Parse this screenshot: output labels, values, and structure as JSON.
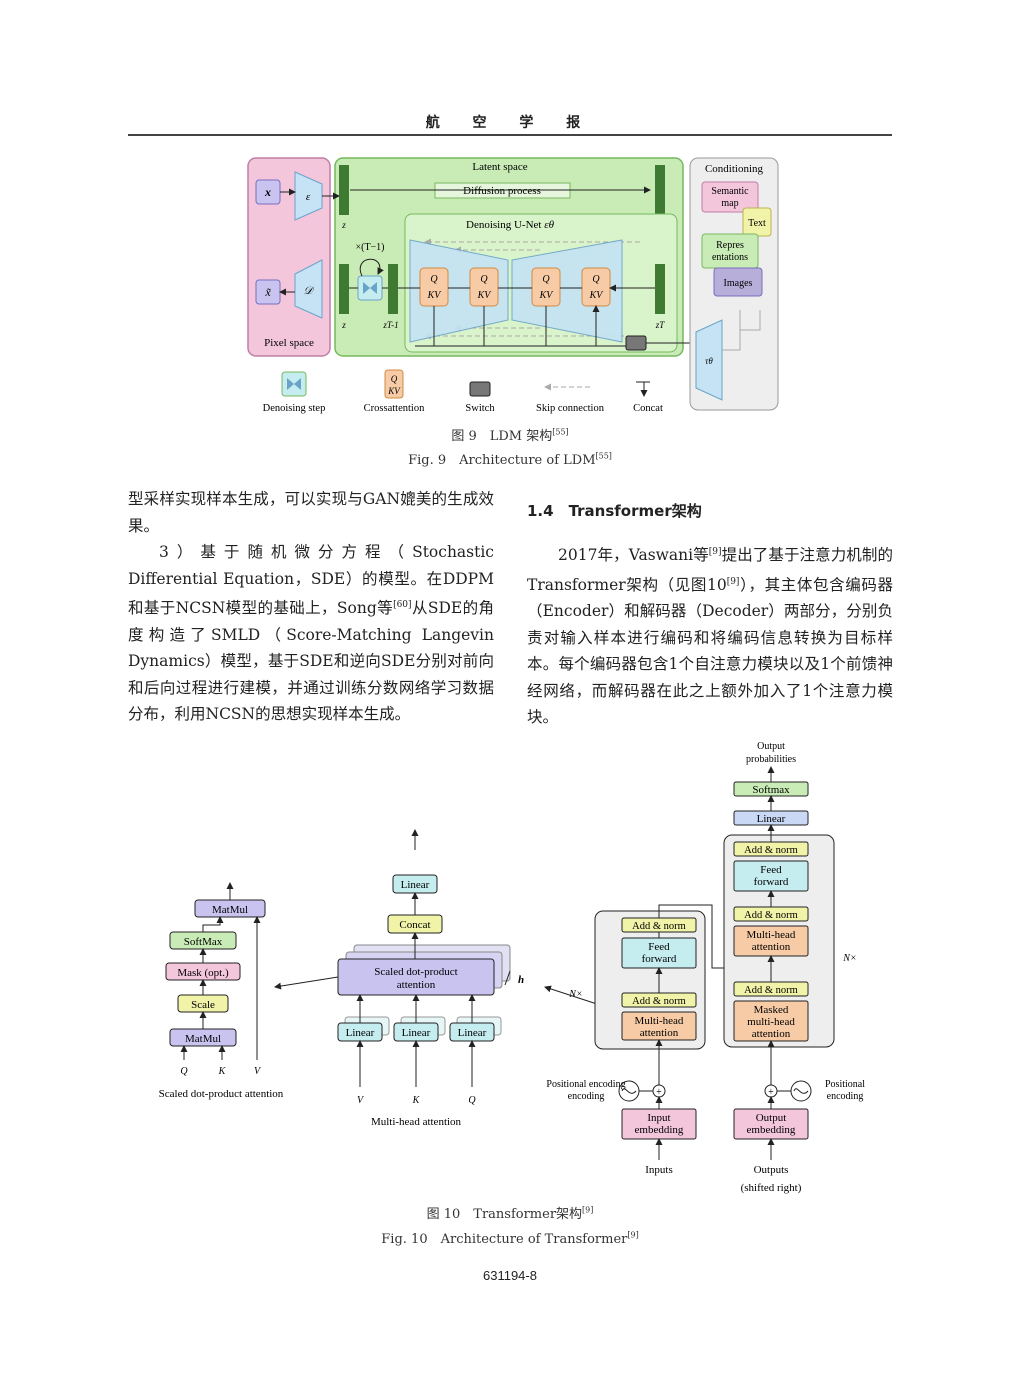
{
  "header": {
    "journal_title": "航 空 学 报"
  },
  "figure9": {
    "title_cn": "图 9　LDM 架构",
    "title_cn_ref": "[55]",
    "title_en": "Fig. 9　Architecture of LDM",
    "title_en_ref": "[55]",
    "latent_space": "Latent space",
    "diffusion_process": "Diffusion process",
    "denoising_unet": "Denoising U-Net",
    "denoising_unet_sym": "εθ",
    "pixel_space": "Pixel space",
    "conditioning": "Conditioning",
    "semantic_map": "Semantic map",
    "text": "Text",
    "repres": "Repres entations",
    "images": "Images",
    "x": "x",
    "x_tilde": "x̃",
    "encoder": "ε",
    "decoder": "𝒟",
    "z": "z",
    "zT": "zT",
    "zT1": "zT-1",
    "times": "×(T−1)",
    "q": "Q",
    "kv": "KV",
    "tau": "τθ",
    "legend": {
      "denoising_step": "Denoising step",
      "crossattention": "Crossattention",
      "switch": "Switch",
      "skip_connection": "Skip connection",
      "concat": "Concat"
    }
  },
  "left_col": {
    "p1": "型采样实现样本生成，可以实现与GAN媲美的生成效果。",
    "p2a": "3）基于随机微分方程（Stochastic Differential Equation，SDE）的模型。在DDPM和基于NCSN模型的基础上，Song等",
    "p2_ref": "[60]",
    "p2b": "从SDE的角度构造了SMLD（Score-Matching Langevin Dynamics）模型，基于SDE和逆向SDE分别对前向和后向过程进行建模，并通过训练分数网络学习数据分布，利用NCSN的思想实现样本生成。"
  },
  "section": {
    "heading": "1.4　Transformer架构"
  },
  "right_col": {
    "p1a": "2017年，Vaswani等",
    "p1_ref1": "[9]",
    "p1b": "提出了基于注意力机制的Transformer架构（见图10",
    "p1_ref2": "[9]",
    "p1c": "），其主体包含编码器（Encoder）和解码器（Decoder）两部分，分别负责对输入样本进行编码和将编码信息转换为目标样本。每个编码器包含1个自注意力模块以及1个前馈神经网络，而解码器在此之上额外加入了1个注意力模块。"
  },
  "figure10": {
    "title_cn": "图 10　Transformer架构",
    "title_cn_ref": "[9]",
    "title_en": "Fig. 10　Architecture of Transformer",
    "title_en_ref": "[9]",
    "sdpa": {
      "matmul_top": "MatMul",
      "softmax": "SoftMax",
      "mask": "Mask (opt.)",
      "scale": "Scale",
      "matmul_bottom": "MatMul",
      "q": "Q",
      "k": "K",
      "v": "V",
      "caption": "Scaled dot-product attention"
    },
    "mha": {
      "linear_top": "Linear",
      "concat": "Concat",
      "sdpa": "Scaled dot-product attention",
      "h": "h",
      "linear": "Linear",
      "v": "V",
      "k": "K",
      "q": "Q",
      "caption": "Multi-head attention"
    },
    "tf": {
      "output_probs": "Output probabilities",
      "softmax": "Softmax",
      "linear": "Linear",
      "add_norm": "Add & norm",
      "feed_forward": "Feed forward",
      "multi_head": "Multi-head attention",
      "masked_multi_head": "Masked multi-head attention",
      "nx": "N×",
      "pos_enc": "Positional encoding",
      "input_emb": "Input embedding",
      "output_emb": "Output embedding",
      "inputs": "Inputs",
      "outputs": "Outputs",
      "shifted": "(shifted right)"
    }
  },
  "page_number": "631194-8",
  "colors": {
    "pink": "#f3c6dc",
    "green": "#c9ecb7",
    "lavender": "#c9c3f0",
    "orange": "#f6cba6",
    "cyan": "#c5ecef",
    "yellow": "#f1f3a8",
    "blue": "#c9d8f5",
    "gray_panel": "#eeeeee"
  }
}
